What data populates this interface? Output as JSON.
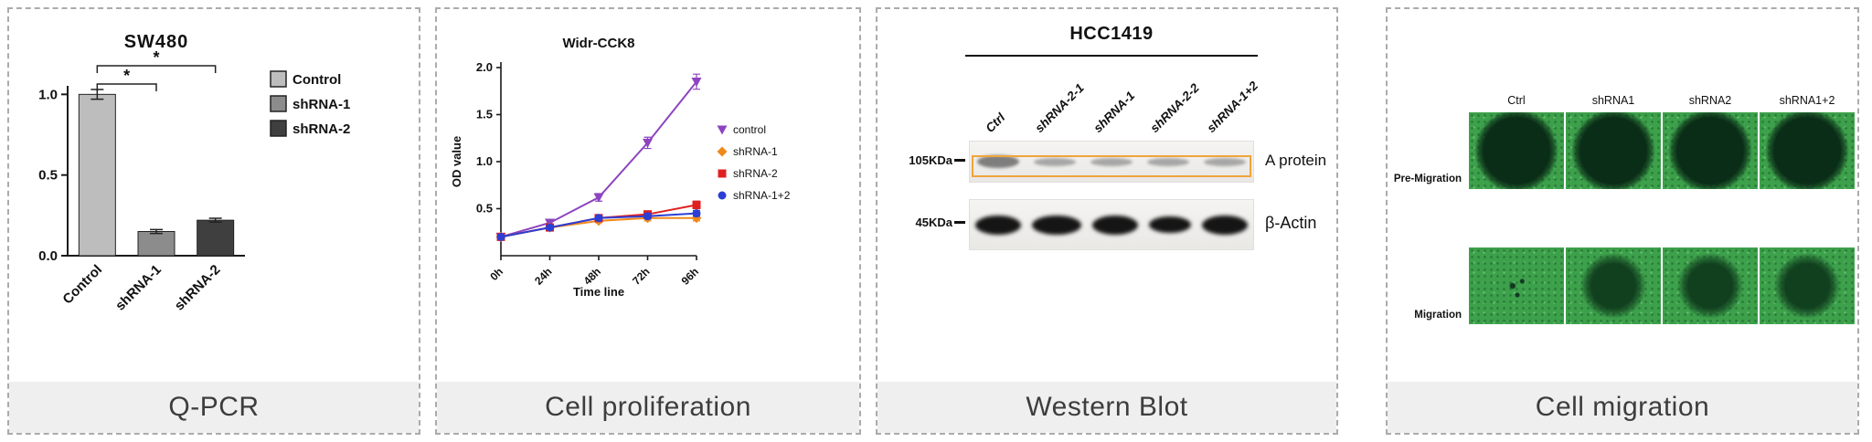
{
  "chart_data": [
    {
      "type": "bar",
      "title": "SW480",
      "categories": [
        "Control",
        "shRNA-1",
        "shRNA-2"
      ],
      "values": [
        1.0,
        0.15,
        0.22
      ],
      "errors": [
        0.03,
        0.012,
        0.012
      ],
      "bar_colors": [
        "#bdbdbd",
        "#8c8c8c",
        "#3f3f3f"
      ],
      "xlabel": "",
      "ylabel": "",
      "ylim": [
        0,
        1.2
      ],
      "yticks": [
        "0.0",
        "0.5",
        "1.0"
      ],
      "legend": [
        {
          "label": "Control",
          "color": "#bdbdbd"
        },
        {
          "label": "shRNA-1",
          "color": "#8c8c8c"
        },
        {
          "label": "shRNA-2",
          "color": "#3f3f3f"
        }
      ],
      "significance": [
        {
          "from": 0,
          "to": 1,
          "label": "*",
          "level": 1
        },
        {
          "from": 0,
          "to": 2,
          "label": "*",
          "level": 2
        }
      ]
    },
    {
      "type": "line",
      "title": "Widr-CCK8",
      "x": [
        "0h",
        "24h",
        "48h",
        "72h",
        "96h"
      ],
      "xlabel": "Time line",
      "ylabel": "OD value",
      "ylim": [
        0,
        2.0
      ],
      "yticks": [
        "0.5",
        "1.0",
        "1.5",
        "2.0"
      ],
      "legend_position": "right",
      "series": [
        {
          "name": "control",
          "color": "#8d44c0",
          "marker": "triangle-down",
          "values": [
            0.2,
            0.35,
            0.62,
            1.2,
            1.85
          ],
          "errors": [
            0.02,
            0.03,
            0.04,
            0.06,
            0.08
          ]
        },
        {
          "name": "shRNA-1",
          "color": "#f0891c",
          "marker": "diamond",
          "values": [
            0.2,
            0.3,
            0.37,
            0.4,
            0.4
          ],
          "errors": [
            0.02,
            0.02,
            0.02,
            0.03,
            0.03
          ]
        },
        {
          "name": "shRNA-2",
          "color": "#e02020",
          "marker": "square",
          "values": [
            0.2,
            0.3,
            0.4,
            0.44,
            0.54
          ],
          "errors": [
            0.02,
            0.02,
            0.02,
            0.03,
            0.04
          ]
        },
        {
          "name": "shRNA-1+2",
          "color": "#2c3fd4",
          "marker": "circle",
          "values": [
            0.2,
            0.3,
            0.4,
            0.42,
            0.45
          ],
          "errors": [
            0.02,
            0.02,
            0.02,
            0.03,
            0.03
          ]
        }
      ]
    }
  ],
  "panels": {
    "qpcr": {
      "footer": "Q-PCR"
    },
    "proliferation": {
      "footer": "Cell proliferation"
    },
    "western": {
      "footer": "Western Blot",
      "title": "HCC1419",
      "lanes": [
        "Ctrl",
        "shRNA-2-1",
        "shRNA-1",
        "shRNA-2-2",
        "shRNA-1+2"
      ],
      "markers": [
        "105KDa",
        "45KDa"
      ],
      "protein_labels": [
        "A protein",
        "β-Actin"
      ],
      "highlight_color": "#f0a43c"
    },
    "migration": {
      "footer": "Cell migration",
      "columns": [
        "Ctrl",
        "shRNA1",
        "shRNA2",
        "shRNA1+2"
      ],
      "rows": [
        "Pre-Migration",
        "Migration"
      ]
    }
  }
}
